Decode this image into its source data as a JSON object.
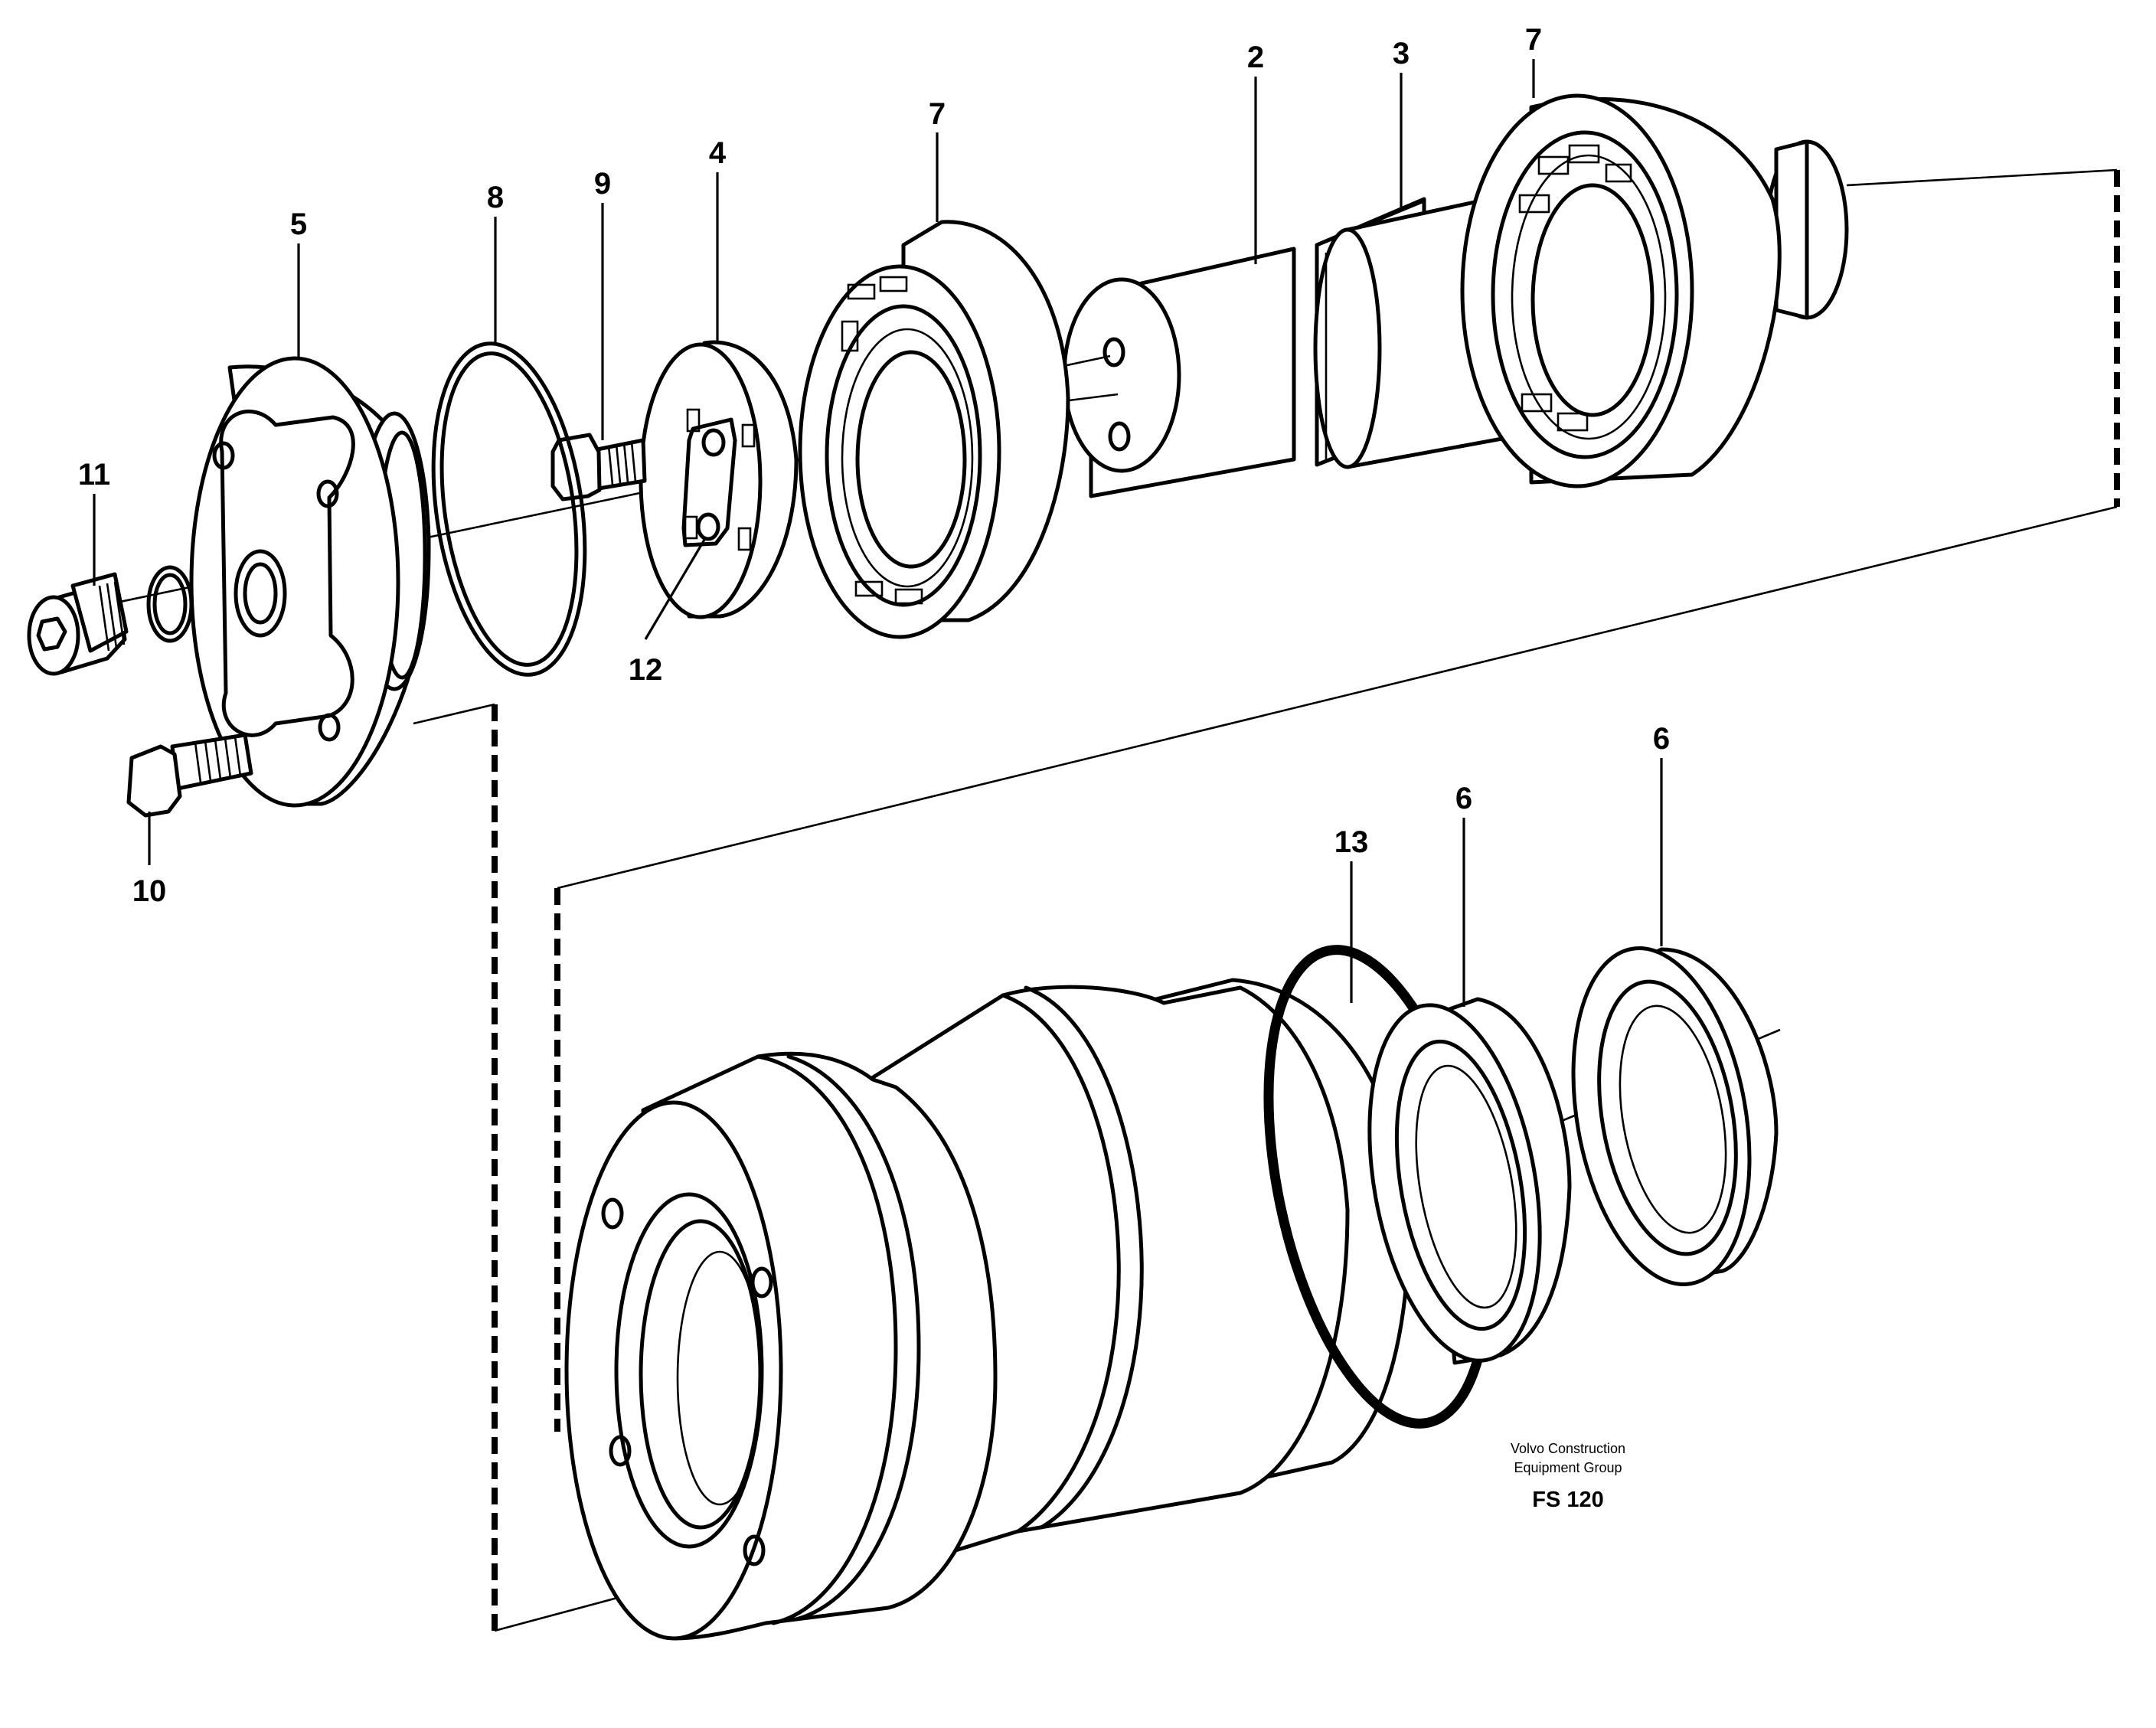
{
  "callouts": {
    "c2": "2",
    "c3": "3",
    "c7a": "7",
    "c7b": "7",
    "c4": "4",
    "c9": "9",
    "c8": "8",
    "c5": "5",
    "c11": "11",
    "c12": "12",
    "c10": "10",
    "c13": "13",
    "c6a": "6",
    "c6b": "6"
  },
  "caption": {
    "line1": "Volvo Construction",
    "line2": "Equipment Group",
    "code": "FS 120"
  }
}
